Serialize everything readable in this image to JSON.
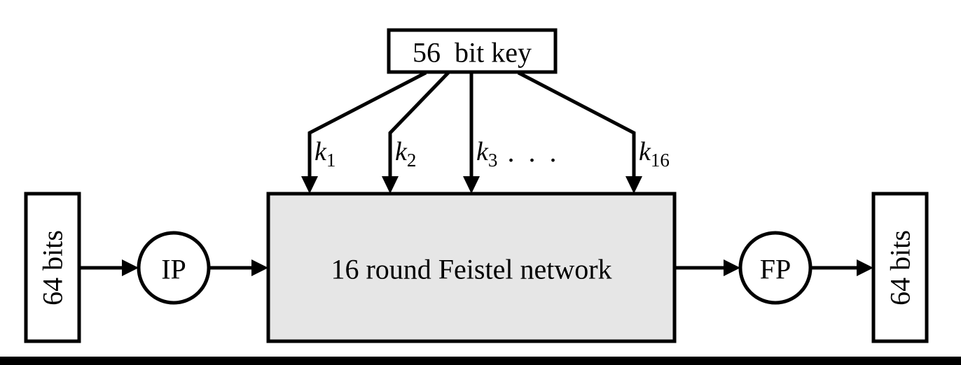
{
  "diagram": {
    "key_box": {
      "label": "56  bit key"
    },
    "feistel_box": {
      "label": "16 round Feistel network"
    },
    "input_box": {
      "label": "64 bits"
    },
    "output_box": {
      "label": "64 bits"
    },
    "ip_node": {
      "label": "IP"
    },
    "fp_node": {
      "label": "FP"
    },
    "key_arrows": [
      {
        "base": "k",
        "sub": "1"
      },
      {
        "base": "k",
        "sub": "2"
      },
      {
        "base": "k",
        "sub": "3"
      },
      {
        "base": "k",
        "sub": "16"
      }
    ],
    "ellipsis": ". . .",
    "colors": {
      "stroke": "#000000",
      "feistel_fill": "#e6e6e6",
      "background": "#ffffff",
      "bottom_bar": "#000000"
    }
  }
}
